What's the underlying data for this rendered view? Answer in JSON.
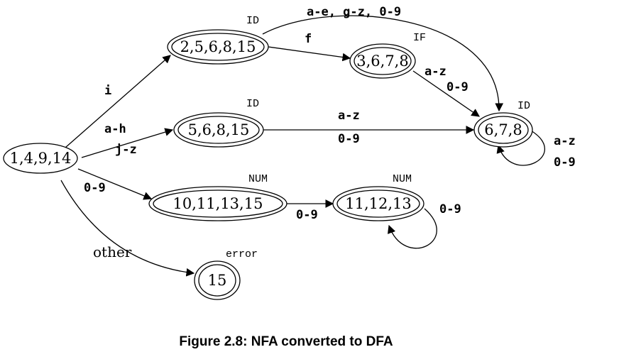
{
  "states": {
    "s0": "1,4,9,14",
    "s1": "2,5,6,8,15",
    "s2": "3,6,7,8",
    "s3": "5,6,8,15",
    "s4": "6,7,8",
    "s5": "10,11,13,15",
    "s6": "11,12,13",
    "s7": "15"
  },
  "tokens": {
    "s1": "ID",
    "s2": "IF",
    "s3": "ID",
    "s4": "ID",
    "s5": "NUM",
    "s6": "NUM",
    "s7": "error"
  },
  "edges": {
    "s0_s1": "i",
    "s0_s3_a": "a-h",
    "s0_s3_b": "j-z",
    "s0_s5": "0-9",
    "s0_s7": "other",
    "s1_s2": "f",
    "s1_s4": "a-e, g-z, 0-9",
    "s2_s4_a": "a-z",
    "s2_s4_b": "0-9",
    "s3_s4_a": "a-z",
    "s3_s4_b": "0-9",
    "s5_s6": "0-9",
    "s6_loop": "0-9",
    "s4_loop_a": "a-z",
    "s4_loop_b": "0-9"
  },
  "caption": "Figure 2.8: NFA converted to DFA"
}
